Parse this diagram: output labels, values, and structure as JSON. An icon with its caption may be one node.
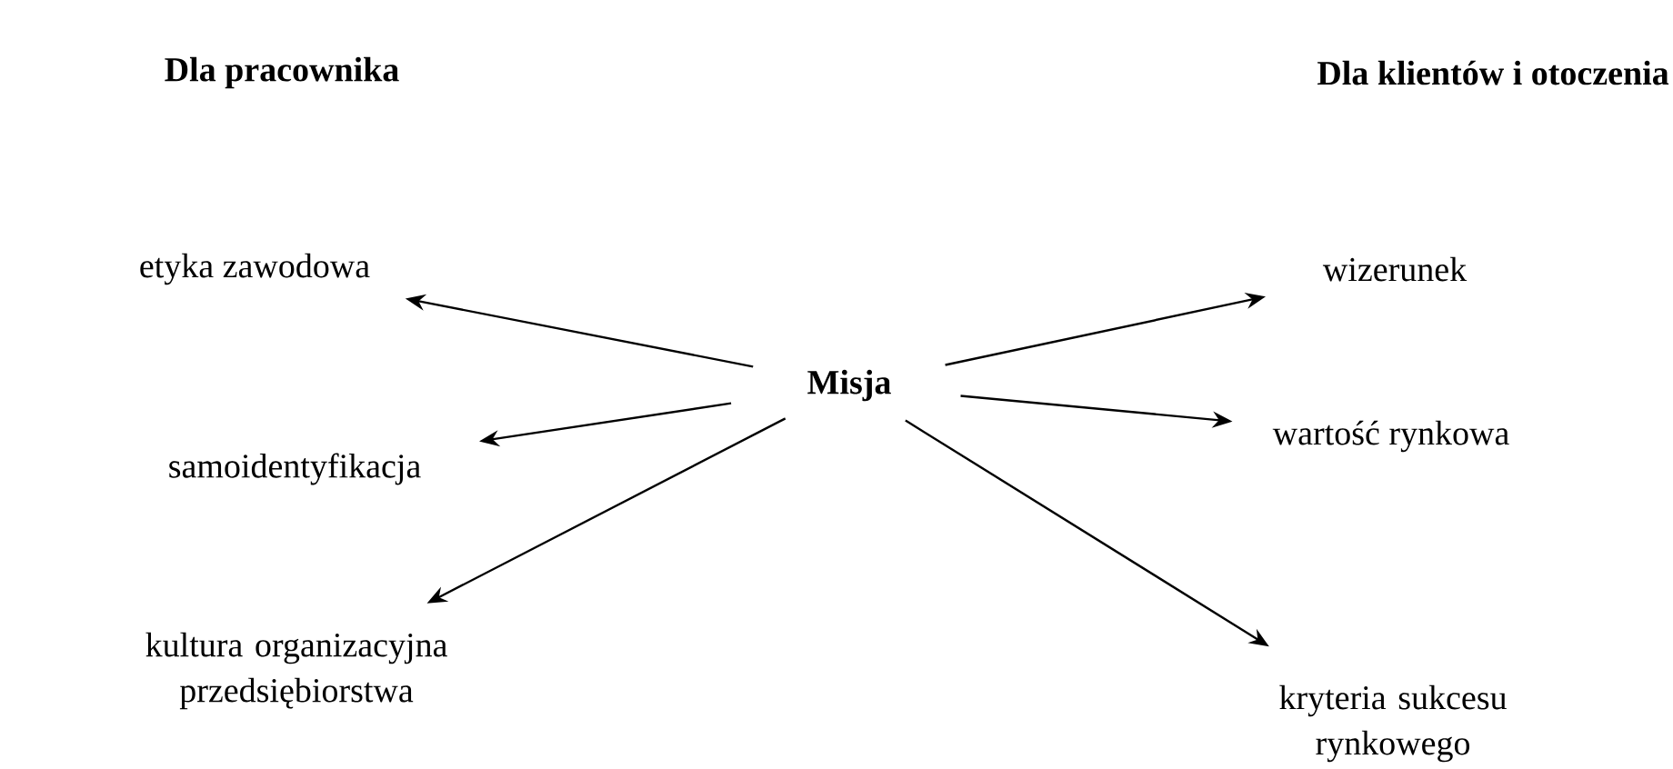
{
  "diagram": {
    "nodes": [
      {
        "text": [
          "Misja"
        ]
      },
      {
        "text": [
          "etyka zawodowa"
        ]
      },
      {
        "text": [
          "samoidentyfikacja"
        ]
      },
      {
        "text": [
          "kultura organizacyjna przedsiębiorstwa"
        ]
      },
      {
        "text": [
          "wizerunek"
        ]
      },
      {
        "text": [
          "wartość rynkowa"
        ]
      },
      {
        "text": [
          "kryteria sukcesu rynkowego"
        ]
      }
    ],
    "edges": [
      {
        "from": 0,
        "to": 1,
        "arrow": "to"
      },
      {
        "from": 0,
        "to": 2,
        "arrow": "to"
      },
      {
        "from": 0,
        "to": 3,
        "arrow": "to"
      },
      {
        "from": 0,
        "to": 4,
        "arrow": "to"
      },
      {
        "from": 0,
        "to": 5,
        "arrow": "to"
      },
      {
        "from": 0,
        "to": 6,
        "arrow": "to"
      }
    ],
    "labels": [
      "Dla pracownika",
      "Dla klientów i otoczenia"
    ]
  }
}
